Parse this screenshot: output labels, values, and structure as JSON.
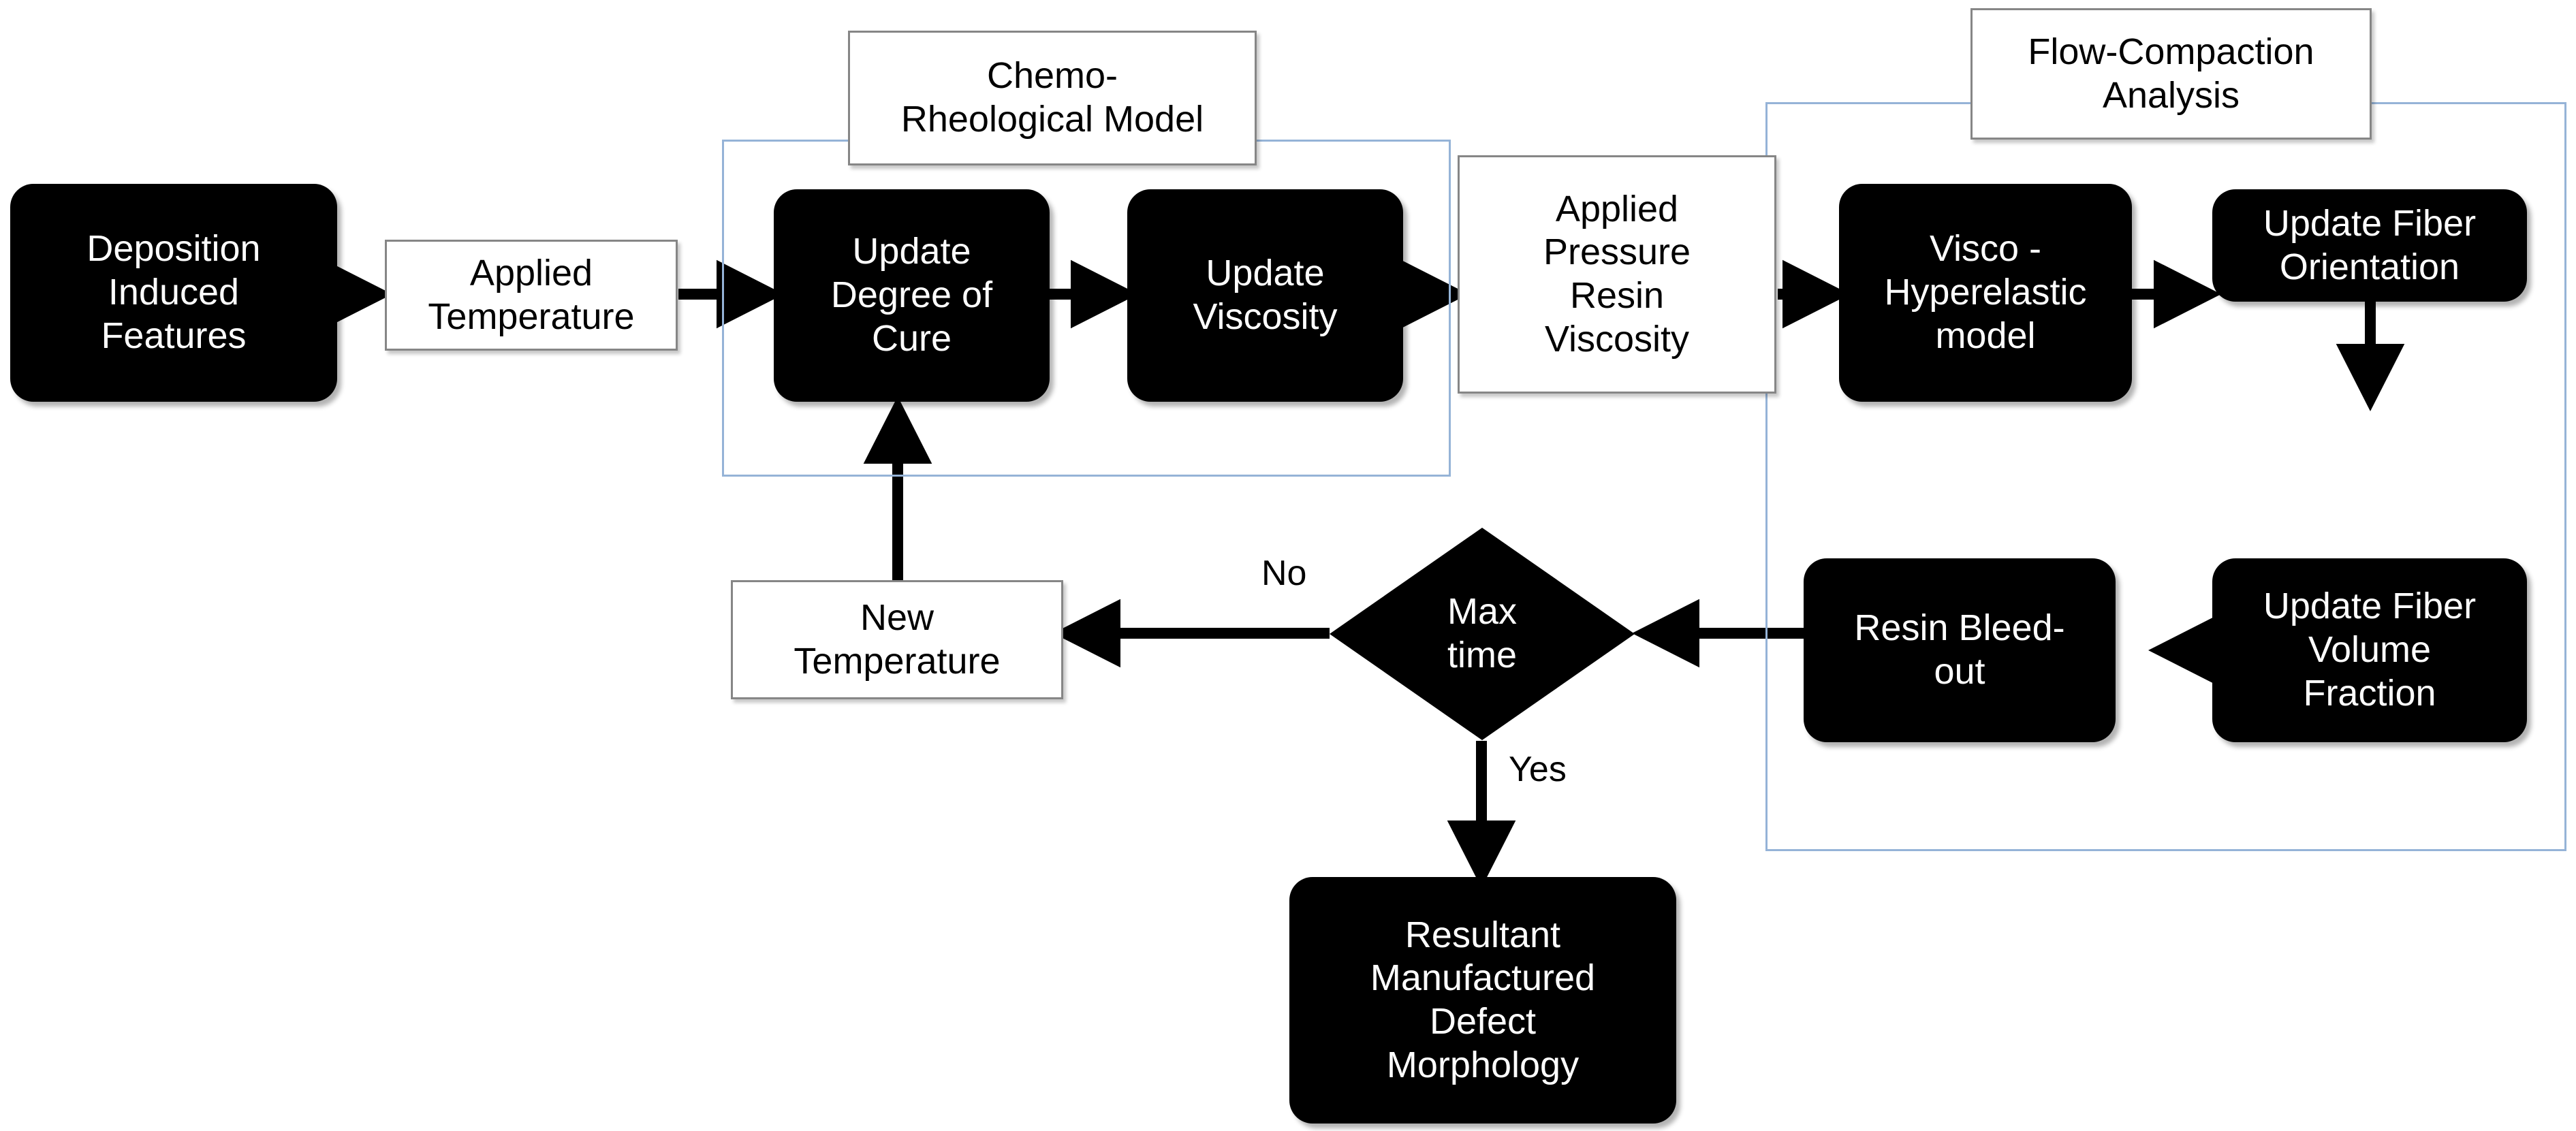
{
  "diagram": {
    "title": "Process simulation flowchart for manufactured defect morphology",
    "accent_container_color": "#95b3d7",
    "node_fill_color": "#000000",
    "node_text_color": "#ffffff",
    "io_box_border_color": "#868686"
  },
  "groups": [
    {
      "id": "chemo",
      "label_line1": "Chemo-",
      "label_line2": "Rheological Model"
    },
    {
      "id": "flow",
      "label_line1": "Flow-Compaction",
      "label_line2": "Analysis"
    }
  ],
  "nodes": {
    "deposition": {
      "lines": [
        "Deposition",
        "Induced",
        "Features"
      ],
      "type": "process"
    },
    "applied_temperature": {
      "lines": [
        "Applied",
        "Temperature"
      ],
      "type": "data"
    },
    "update_doc": {
      "lines": [
        "Update",
        "Degree of",
        "Cure"
      ],
      "type": "process"
    },
    "update_viscosity": {
      "lines": [
        "Update",
        "Viscosity"
      ],
      "type": "process"
    },
    "applied_pressure": {
      "lines": [
        "Applied",
        "Pressure",
        "Resin",
        "Viscosity"
      ],
      "type": "data"
    },
    "visco_hyperelastic": {
      "lines": [
        "Visco -",
        "Hyperelastic",
        "model"
      ],
      "type": "process"
    },
    "update_fiber_orientation": {
      "lines": [
        "Update Fiber",
        "Orientation"
      ],
      "type": "process"
    },
    "update_fiber_volume": {
      "lines": [
        "Update Fiber",
        "Volume",
        "Fraction"
      ],
      "type": "process"
    },
    "resin_bleed_out": {
      "lines": [
        "Resin Bleed-",
        "out"
      ],
      "type": "process"
    },
    "max_time": {
      "lines": [
        "Max",
        "time"
      ],
      "type": "decision"
    },
    "new_temperature": {
      "lines": [
        "New",
        "Temperature"
      ],
      "type": "data"
    },
    "resultant": {
      "lines": [
        "Resultant",
        "Manufactured",
        "Defect",
        "Morphology"
      ],
      "type": "process"
    }
  },
  "edge_labels": {
    "no": "No",
    "yes": "Yes"
  }
}
